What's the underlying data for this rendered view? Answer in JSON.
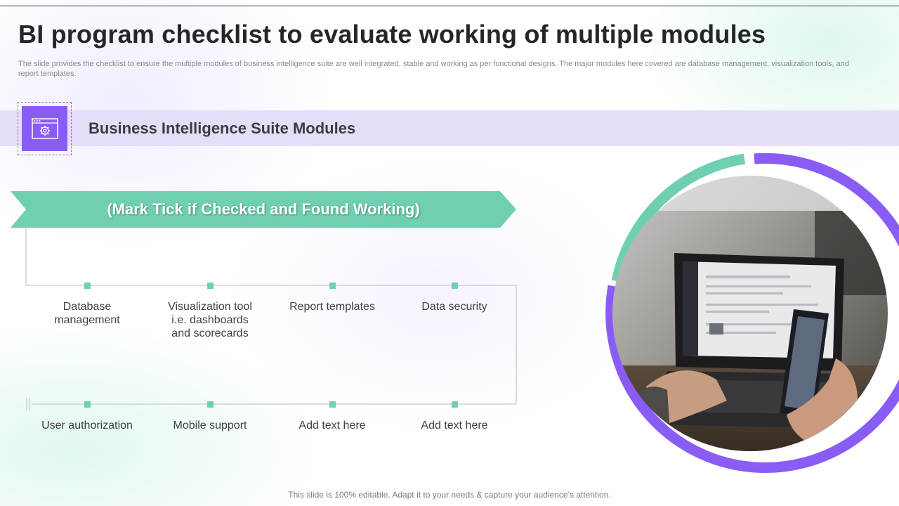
{
  "slide": {
    "title": "BI program checklist to evaluate working of multiple modules",
    "subtitle": "The slide provides the checklist to ensure the multiple modules of business intelligence suite are well integrated, stable and working as per functional designs. The major modules here covered are database management, visualization tools, and report templates.",
    "section_title": "Business Intelligence Suite Modules",
    "section_icon": "browser-settings-icon",
    "banner_text": "(Mark Tick if Checked and Found Working)",
    "modules_row1": [
      {
        "line1": "Database",
        "line2": "management",
        "line3": ""
      },
      {
        "line1": "Visualization tool",
        "line2": "i.e. dashboards",
        "line3": "and scorecards"
      },
      {
        "line1": "Report templates",
        "line2": "",
        "line3": ""
      },
      {
        "line1": "Data security",
        "line2": "",
        "line3": ""
      }
    ],
    "modules_row2": [
      {
        "line1": "User authorization"
      },
      {
        "line1": "Mobile support"
      },
      {
        "line1": "Add text here"
      },
      {
        "line1": "Add text here"
      }
    ],
    "photo": "laptop-and-smartphone-photo",
    "footer": "This slide is 100% editable. Adapt it to your needs & capture your audience’s attention."
  },
  "colors": {
    "accent_purple": "#8a5cf6",
    "accent_teal": "#6fcfb2",
    "band_lavender": "#e6ddfb",
    "title_text": "#262626"
  }
}
